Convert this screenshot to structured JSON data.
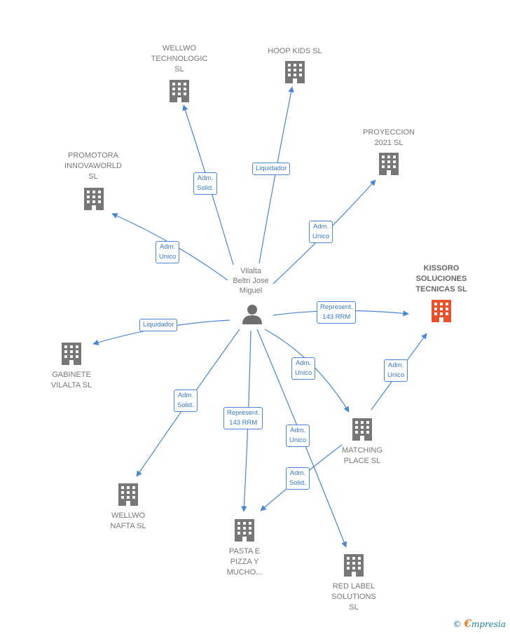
{
  "colors": {
    "edge": "#4a86d4",
    "building": "#777777",
    "building_highlight": "#e8522b",
    "person": "#6e6e6e"
  },
  "center": {
    "label": "Vilalta\nBeltri Jose\nMiguel",
    "icon": "person-icon"
  },
  "companies": [
    {
      "id": "wellwo-technologic",
      "label": "WELLWO\nTECHNOLOGIC\nSL"
    },
    {
      "id": "hoop-kids",
      "label": "HOOP KIDS SL"
    },
    {
      "id": "proyeccion-2021",
      "label": "PROYECCION\n2021  SL"
    },
    {
      "id": "promotora-innovaworld",
      "label": "PROMOTORA\nINNOVAWORLD\nSL"
    },
    {
      "id": "kissoro",
      "label": "KISSORO\nSOLUCIONES\nTECNICAS  SL",
      "highlight": true
    },
    {
      "id": "gabinete-vilalta",
      "label": "GABINETE\nVILALTA  SL"
    },
    {
      "id": "matching-place",
      "label": "MATCHING\nPLACE SL"
    },
    {
      "id": "wellwo-nafta",
      "label": "WELLWO\nNAFTA  SL"
    },
    {
      "id": "pasta-e-pizza",
      "label": "PASTA E\nPIZZA Y\nMUCHO..."
    },
    {
      "id": "red-label",
      "label": "RED LABEL\nSOLUTIONS\nSL"
    }
  ],
  "relations": [
    {
      "from": "center",
      "to": "wellwo-technologic",
      "label": "Adm.\nSolid."
    },
    {
      "from": "center",
      "to": "hoop-kids",
      "label": "Liquidador"
    },
    {
      "from": "center",
      "to": "proyeccion-2021",
      "label": "Adm.\nUnico"
    },
    {
      "from": "center",
      "to": "promotora-innovaworld",
      "label": "Adm.\nUnico"
    },
    {
      "from": "center",
      "to": "kissoro",
      "label": "Represent.\n143 RRM"
    },
    {
      "from": "center",
      "to": "gabinete-vilalta",
      "label": "Liquidador"
    },
    {
      "from": "center",
      "to": "matching-place",
      "label": "Adm.\nUnico"
    },
    {
      "from": "matching-place",
      "to": "kissoro",
      "label": "Adm.\nUnico"
    },
    {
      "from": "center",
      "to": "wellwo-nafta",
      "label": "Adm.\nSolid."
    },
    {
      "from": "center",
      "to": "pasta-e-pizza",
      "label": "Represent.\n143 RRM"
    },
    {
      "from": "center",
      "to": "red-label",
      "label": "Adm.\nUnico"
    },
    {
      "from": "matching-place",
      "to": "pasta-e-pizza",
      "label": "Adm.\nSolid."
    }
  ],
  "brand": {
    "copyright": "©",
    "name_initial": "€",
    "name_rest": "mpresia"
  }
}
